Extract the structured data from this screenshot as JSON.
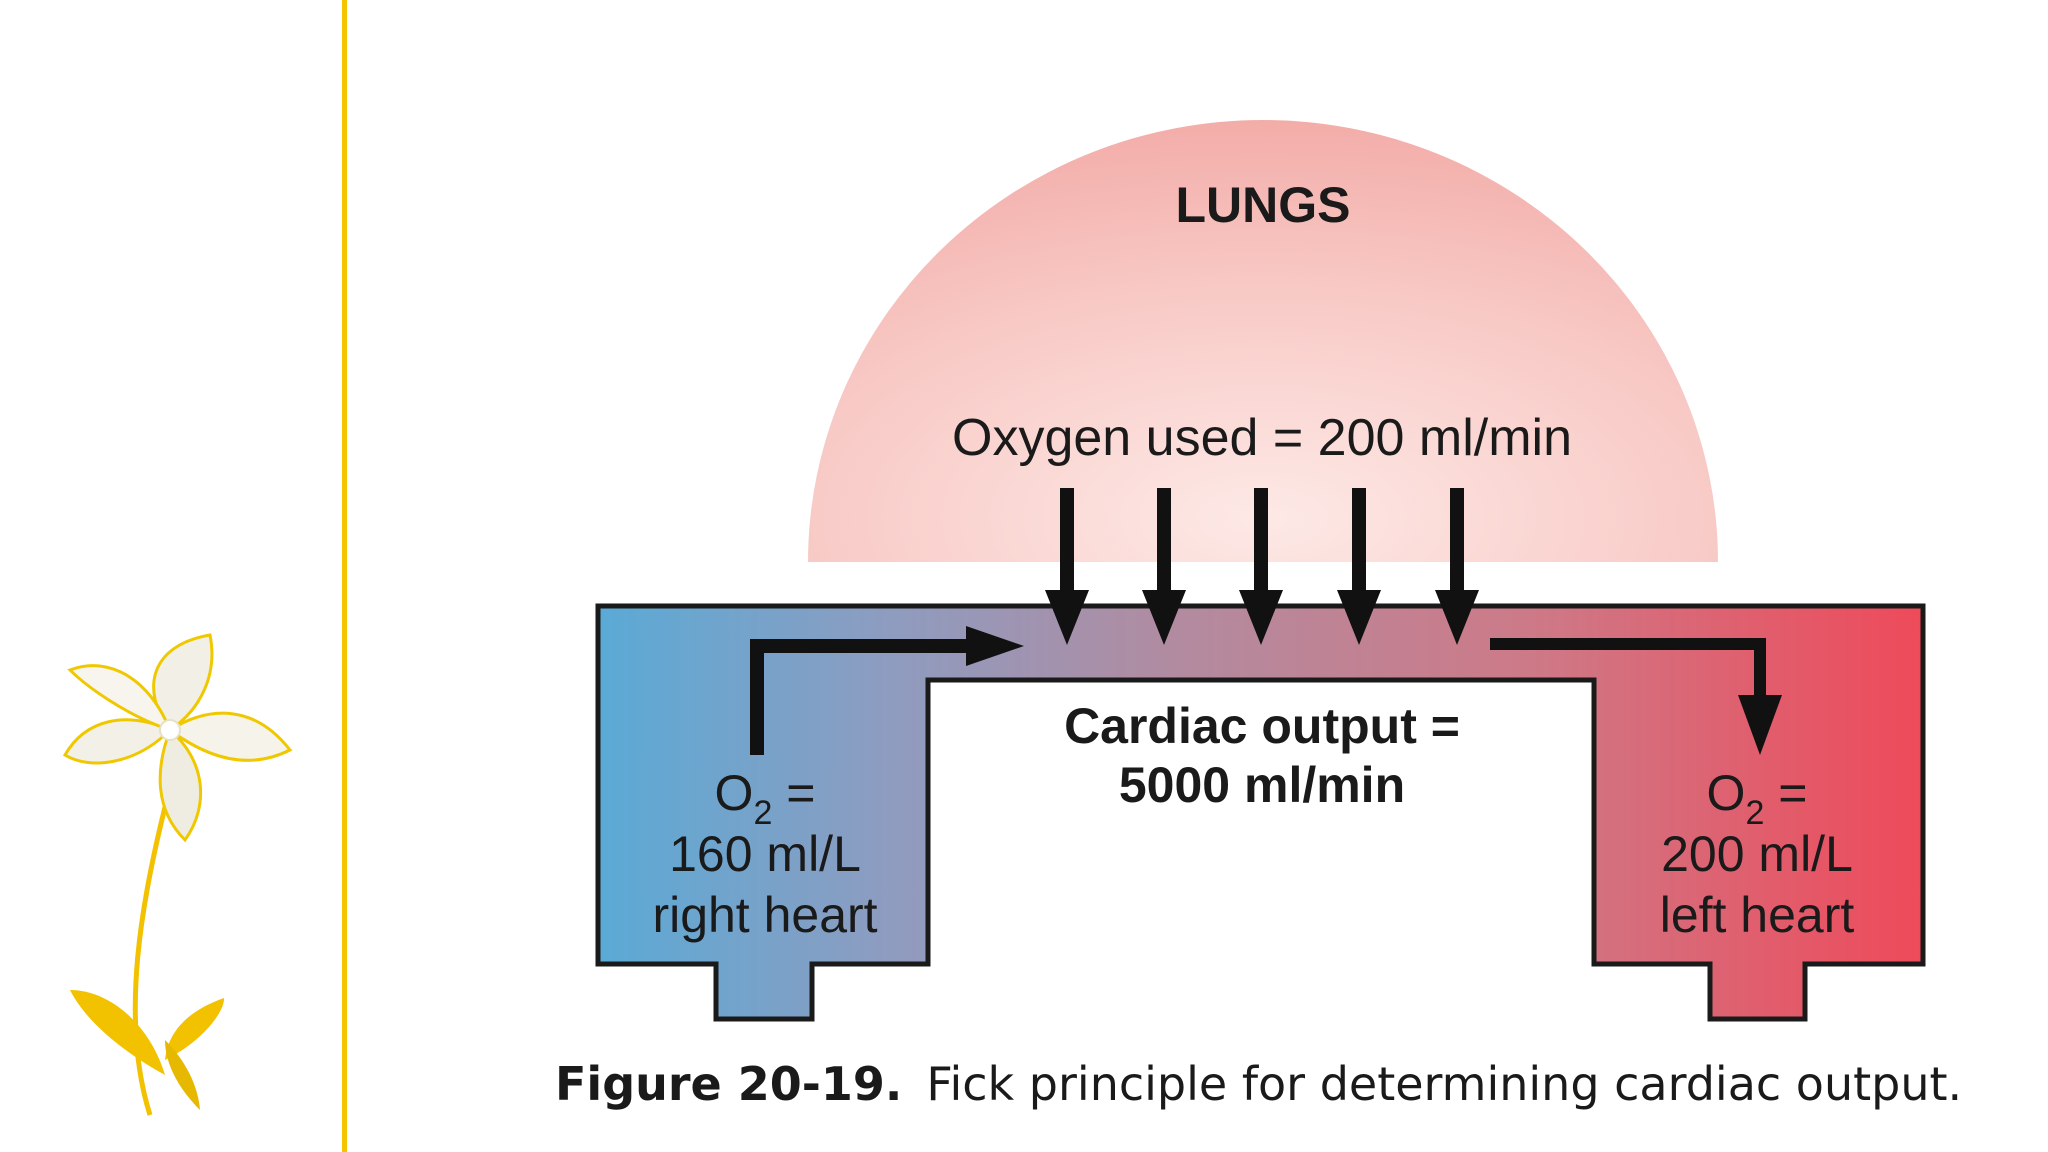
{
  "diagram": {
    "lungs_label": "LUNGS",
    "oxygen_used": "Oxygen used = 200 ml/min",
    "cardiac_output_line1": "Cardiac output =",
    "cardiac_output_line2": "5000 ml/min",
    "right_heart": {
      "o2_symbol": "O",
      "o2_subscript": "2",
      "o2_equals": " =",
      "value": "160 ml/L",
      "label": "right heart"
    },
    "left_heart": {
      "o2_symbol": "O",
      "o2_subscript": "2",
      "o2_equals": " =",
      "value": "200 ml/L",
      "label": "left heart"
    },
    "caption_bold": "Figure 20-19.",
    "caption_text": "Fick principle for determining cardiac output."
  },
  "colors": {
    "lungs_pink": "#f4b3b0",
    "venous_blue": "#5aaad6",
    "mid_mauve": "#b48a9e",
    "arterial_red": "#ee4a5a",
    "divider_yellow": "#f5c400",
    "arrow_black": "#111111"
  },
  "decoration": {
    "icon": "flower-icon"
  }
}
